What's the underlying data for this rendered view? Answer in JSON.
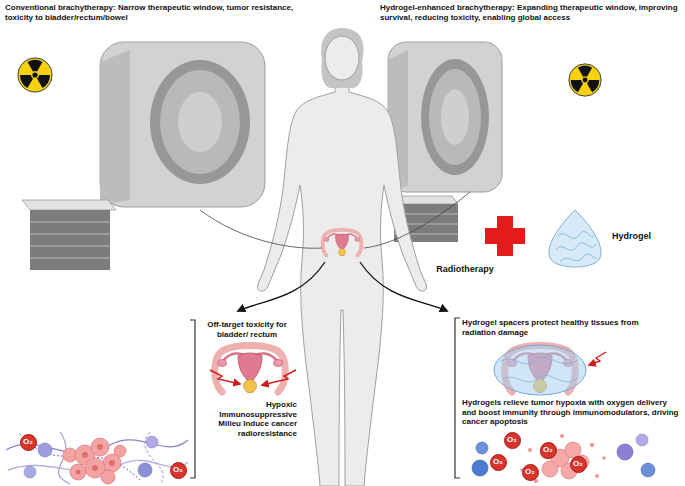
{
  "diagram": {
    "nodes": [
      {
        "text": [
          "O₂"
        ]
      },
      {
        "text": [
          "O₂"
        ]
      },
      {
        "text": [
          "O₂"
        ]
      },
      {
        "text": [
          "O₂"
        ]
      },
      {
        "text": [
          "O₂"
        ]
      },
      {
        "text": [
          "O₂"
        ]
      },
      {
        "text": [
          "O₂"
        ]
      }
    ],
    "labels": [
      "Conventional brachytherapy: Narrow therapeutic window, tumor resistance, toxicity to bladder/rectum/bowel",
      "Hydrogel-enhanced brachytherapy: Expanding therapeutic window, improving survival, reducing toxicity, enabling global access",
      "Hydrogel",
      "Radiotherapy",
      "Off-target toxicity for bladder/ rectum",
      "Hypoxic Immunosuppressive Milieu Induce cancer radioresistance",
      "Hydrogel spacers protect healthy tissues from radiation damage",
      "Hydrogels relieve tumor hypoxia with oxygen delivery and boost immunity through immunomodulators, driving cancer apoptosis"
    ]
  }
}
